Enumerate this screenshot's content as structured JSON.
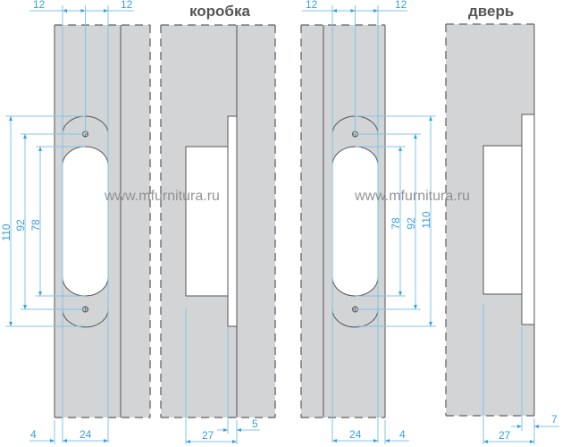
{
  "labels": {
    "frame_title": "коробка",
    "door_title": "дверь",
    "watermark_left": "www.mfurnitura.ru",
    "watermark_right": "www.mfurnitura.ru"
  },
  "left_dims": {
    "top_left": "12",
    "top_right": "12",
    "v110": "110",
    "v92": "92",
    "v78": "78",
    "bottom_4": "4",
    "bottom_24": "24",
    "frame_27": "27",
    "frame_5": "5"
  },
  "right_dims": {
    "top_left": "12",
    "top_right": "12",
    "v78": "78",
    "v92": "92",
    "v110": "110",
    "bottom_24": "24",
    "bottom_4": "4",
    "door_27": "27",
    "door_7": "7"
  },
  "colors": {
    "panel": "#d3d4d6",
    "dimension": "#3a9fdc",
    "outline": "#555555"
  }
}
